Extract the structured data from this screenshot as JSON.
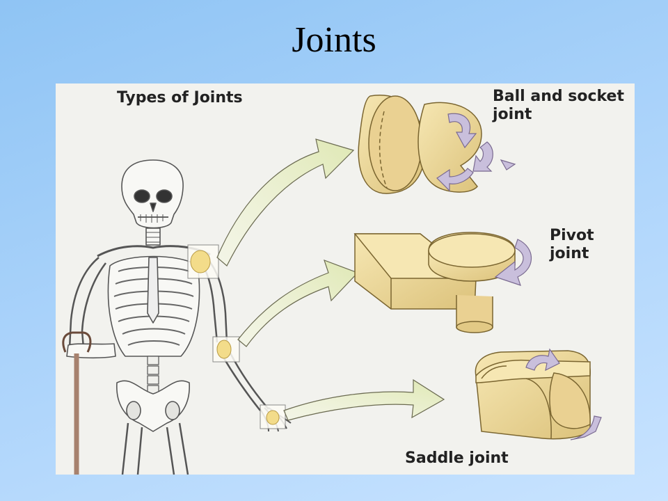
{
  "slide": {
    "title": "Joints"
  },
  "figure": {
    "heading": "Types of Joints",
    "labels": {
      "ball_socket": [
        "Ball and socket",
        "joint"
      ],
      "pivot": [
        "Pivot",
        "joint"
      ],
      "saddle": "Saddle joint"
    }
  },
  "colors": {
    "joint_tan": "#f1dfa0",
    "joint_shade": "#ddc27a",
    "arrow_green": "#e8f0c4",
    "rotation_arrow": "#c9bfdc",
    "bone": "#f7f7f4",
    "highlight": "#f3dc8a"
  }
}
